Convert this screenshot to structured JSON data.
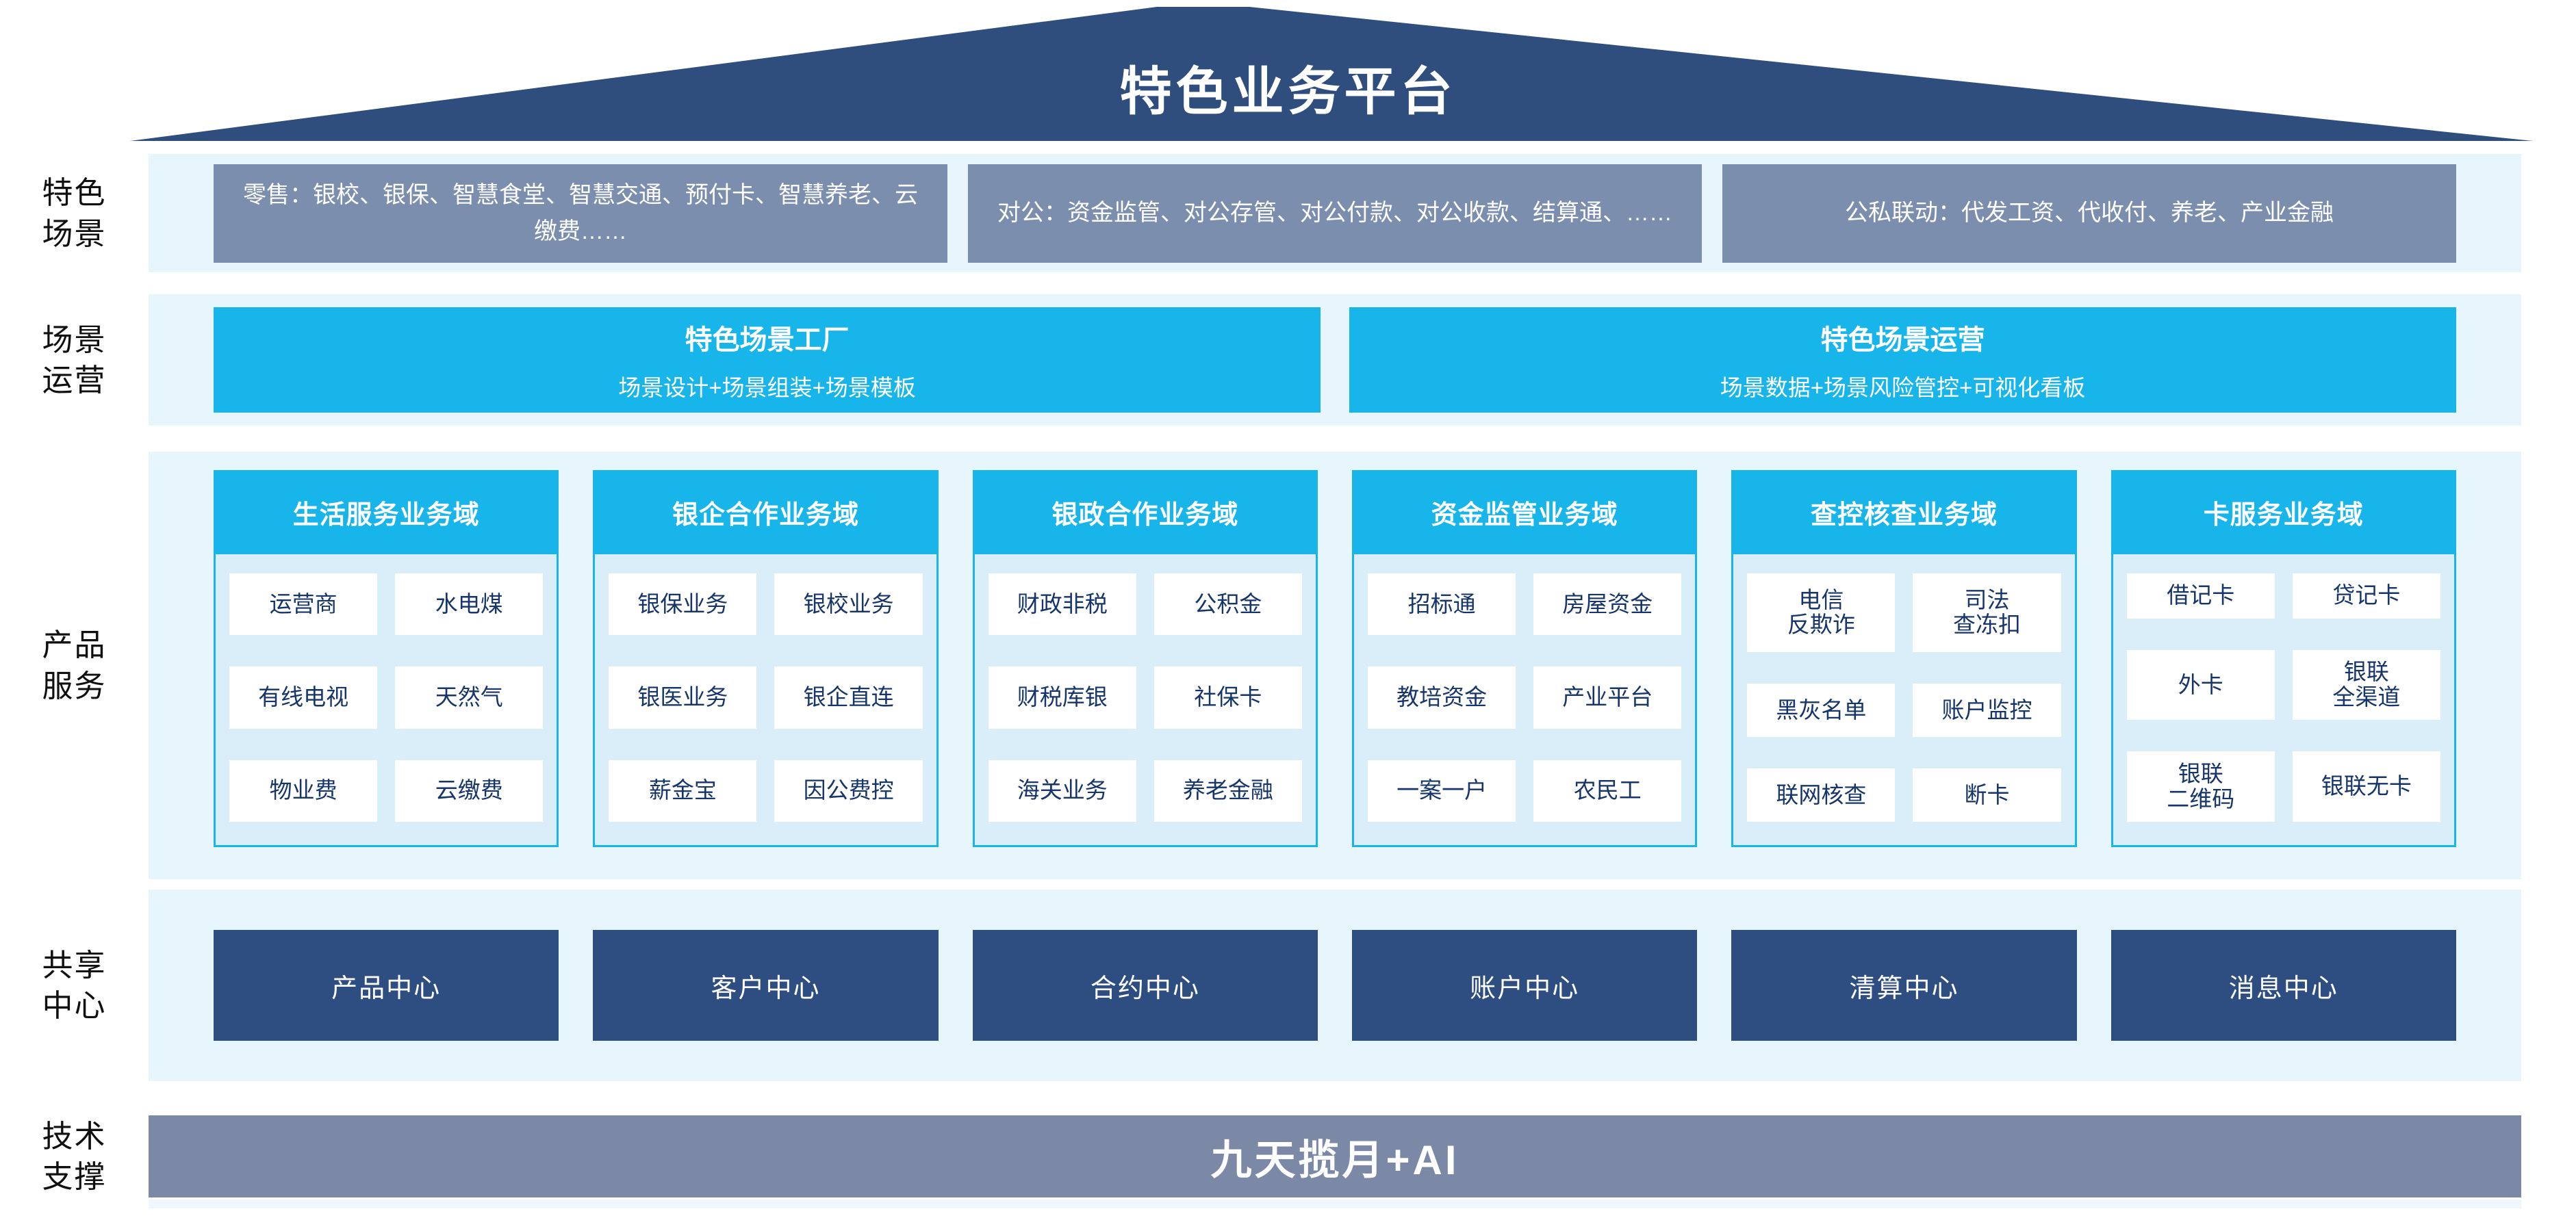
{
  "page": {
    "title": "特色业务平台",
    "footer": "九天揽月+AI"
  },
  "rows": [
    {
      "label": "特色\n场景"
    },
    {
      "label": "场景\n运营"
    },
    {
      "label": "产品\n服务"
    },
    {
      "label": "共享\n中心"
    },
    {
      "label": "技术\n支撑"
    }
  ],
  "scenes": {
    "items": [
      "零售：银校、银保、智慧食堂、智慧交通、预付卡、智慧养老、云缴费……",
      "对公：资金监管、对公存管、对公付款、对公收款、结算通、……",
      "公私联动：代发工资、代收付、养老、产业金融"
    ]
  },
  "operations": {
    "cards": [
      {
        "title": "特色场景工厂",
        "subtitle": "场景设计+场景组装+场景模板"
      },
      {
        "title": "特色场景运营",
        "subtitle": "场景数据+场景风险管控+可视化看板"
      }
    ]
  },
  "product_domains": [
    {
      "title": "生活服务业务域",
      "items": [
        "运营商",
        "水电煤",
        "有线电视",
        "天然气",
        "物业费",
        "云缴费"
      ]
    },
    {
      "title": "银企合作业务域",
      "items": [
        "银保业务",
        "银校业务",
        "银医业务",
        "银企直连",
        "薪金宝",
        "因公费控"
      ]
    },
    {
      "title": "银政合作业务域",
      "items": [
        "财政非税",
        "公积金",
        "财税库银",
        "社保卡",
        "海关业务",
        "养老金融"
      ]
    },
    {
      "title": "资金监管业务域",
      "items": [
        "招标通",
        "房屋资金",
        "教培资金",
        "产业平台",
        "一案一户",
        "农民工"
      ]
    },
    {
      "title": "查控核查业务域",
      "items": [
        "电信\n反欺诈",
        "司法\n查冻扣",
        "黑灰名单",
        "账户监控",
        "联网核查",
        "断卡"
      ]
    },
    {
      "title": "卡服务业务域",
      "items": [
        "借记卡",
        "贷记卡",
        "外卡",
        "银联\n全渠道",
        "银联\n二维码",
        "银联无卡"
      ]
    }
  ],
  "shared_centers": [
    "产品中心",
    "客户中心",
    "合约中心",
    "账户中心",
    "清算中心",
    "消息中心"
  ],
  "colors": {
    "roof_navy": "#2f4e7e",
    "band_light_blue": "#e7f5fd",
    "scene_box_gray_blue": "#7b8eae",
    "accent_cyan": "#17b5ea",
    "domain_body_blue": "#daeefa",
    "cell_text_navy": "#16356b",
    "shared_box_navy": "#2e4d80",
    "tech_bar_gray": "#7b89a7"
  }
}
